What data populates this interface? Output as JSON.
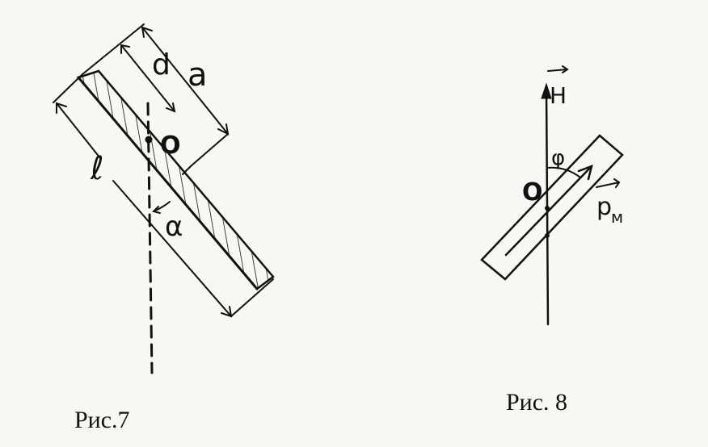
{
  "figure7": {
    "caption": "Рис.7",
    "labels": {
      "d": "d",
      "a": "a",
      "O": "O",
      "l": "ℓ",
      "alpha": "α"
    }
  },
  "figure8": {
    "caption": "Рис. 8",
    "labels": {
      "H": "H",
      "O": "O",
      "phi": "φ",
      "pm": "p",
      "pm_sub": "м"
    }
  },
  "colors": {
    "ink": "#111111",
    "paper": "#f7f7f5"
  }
}
